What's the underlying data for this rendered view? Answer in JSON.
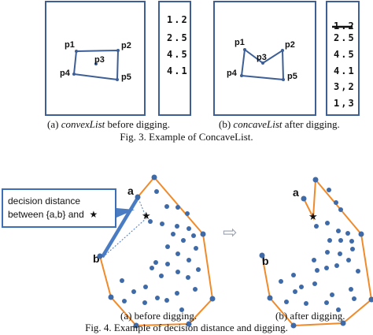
{
  "fig3": {
    "panel_a": {
      "points": [
        "p1",
        "p2",
        "p3",
        "p4",
        "p5"
      ],
      "list": [
        "1.2",
        "2.5",
        "4.5",
        "4.1"
      ],
      "caption_italic": "convexList",
      "caption_rest": " before digging.",
      "caption_prefix": "(a) "
    },
    "panel_b": {
      "points": [
        "p1",
        "p2",
        "p3",
        "p4",
        "p5"
      ],
      "list": [
        "1.2",
        "2.5",
        "4.5",
        "4.1",
        "3,2",
        "1,3"
      ],
      "struck_item_index": 0,
      "caption_italic": "concaveList",
      "caption_rest": " after digging.",
      "caption_prefix": "(b) "
    },
    "title": "Fig. 3. Example of ConcaveList."
  },
  "fig4": {
    "callout_line1": "decision distance",
    "callout_line2": "between {a,b} and",
    "star_glyph": "★",
    "arrow_glyph": "⇨",
    "labels": {
      "a": "a",
      "b": "b"
    },
    "caption_a": "(a) before digging.",
    "caption_b": "(b) after digging.",
    "title": "Fig. 4. Example of decision distance and digging."
  },
  "colors": {
    "frame": "#3d5f95",
    "hull": "#f08a2a",
    "dot": "#3f6aa8",
    "highlight": "#4a7cc4"
  }
}
